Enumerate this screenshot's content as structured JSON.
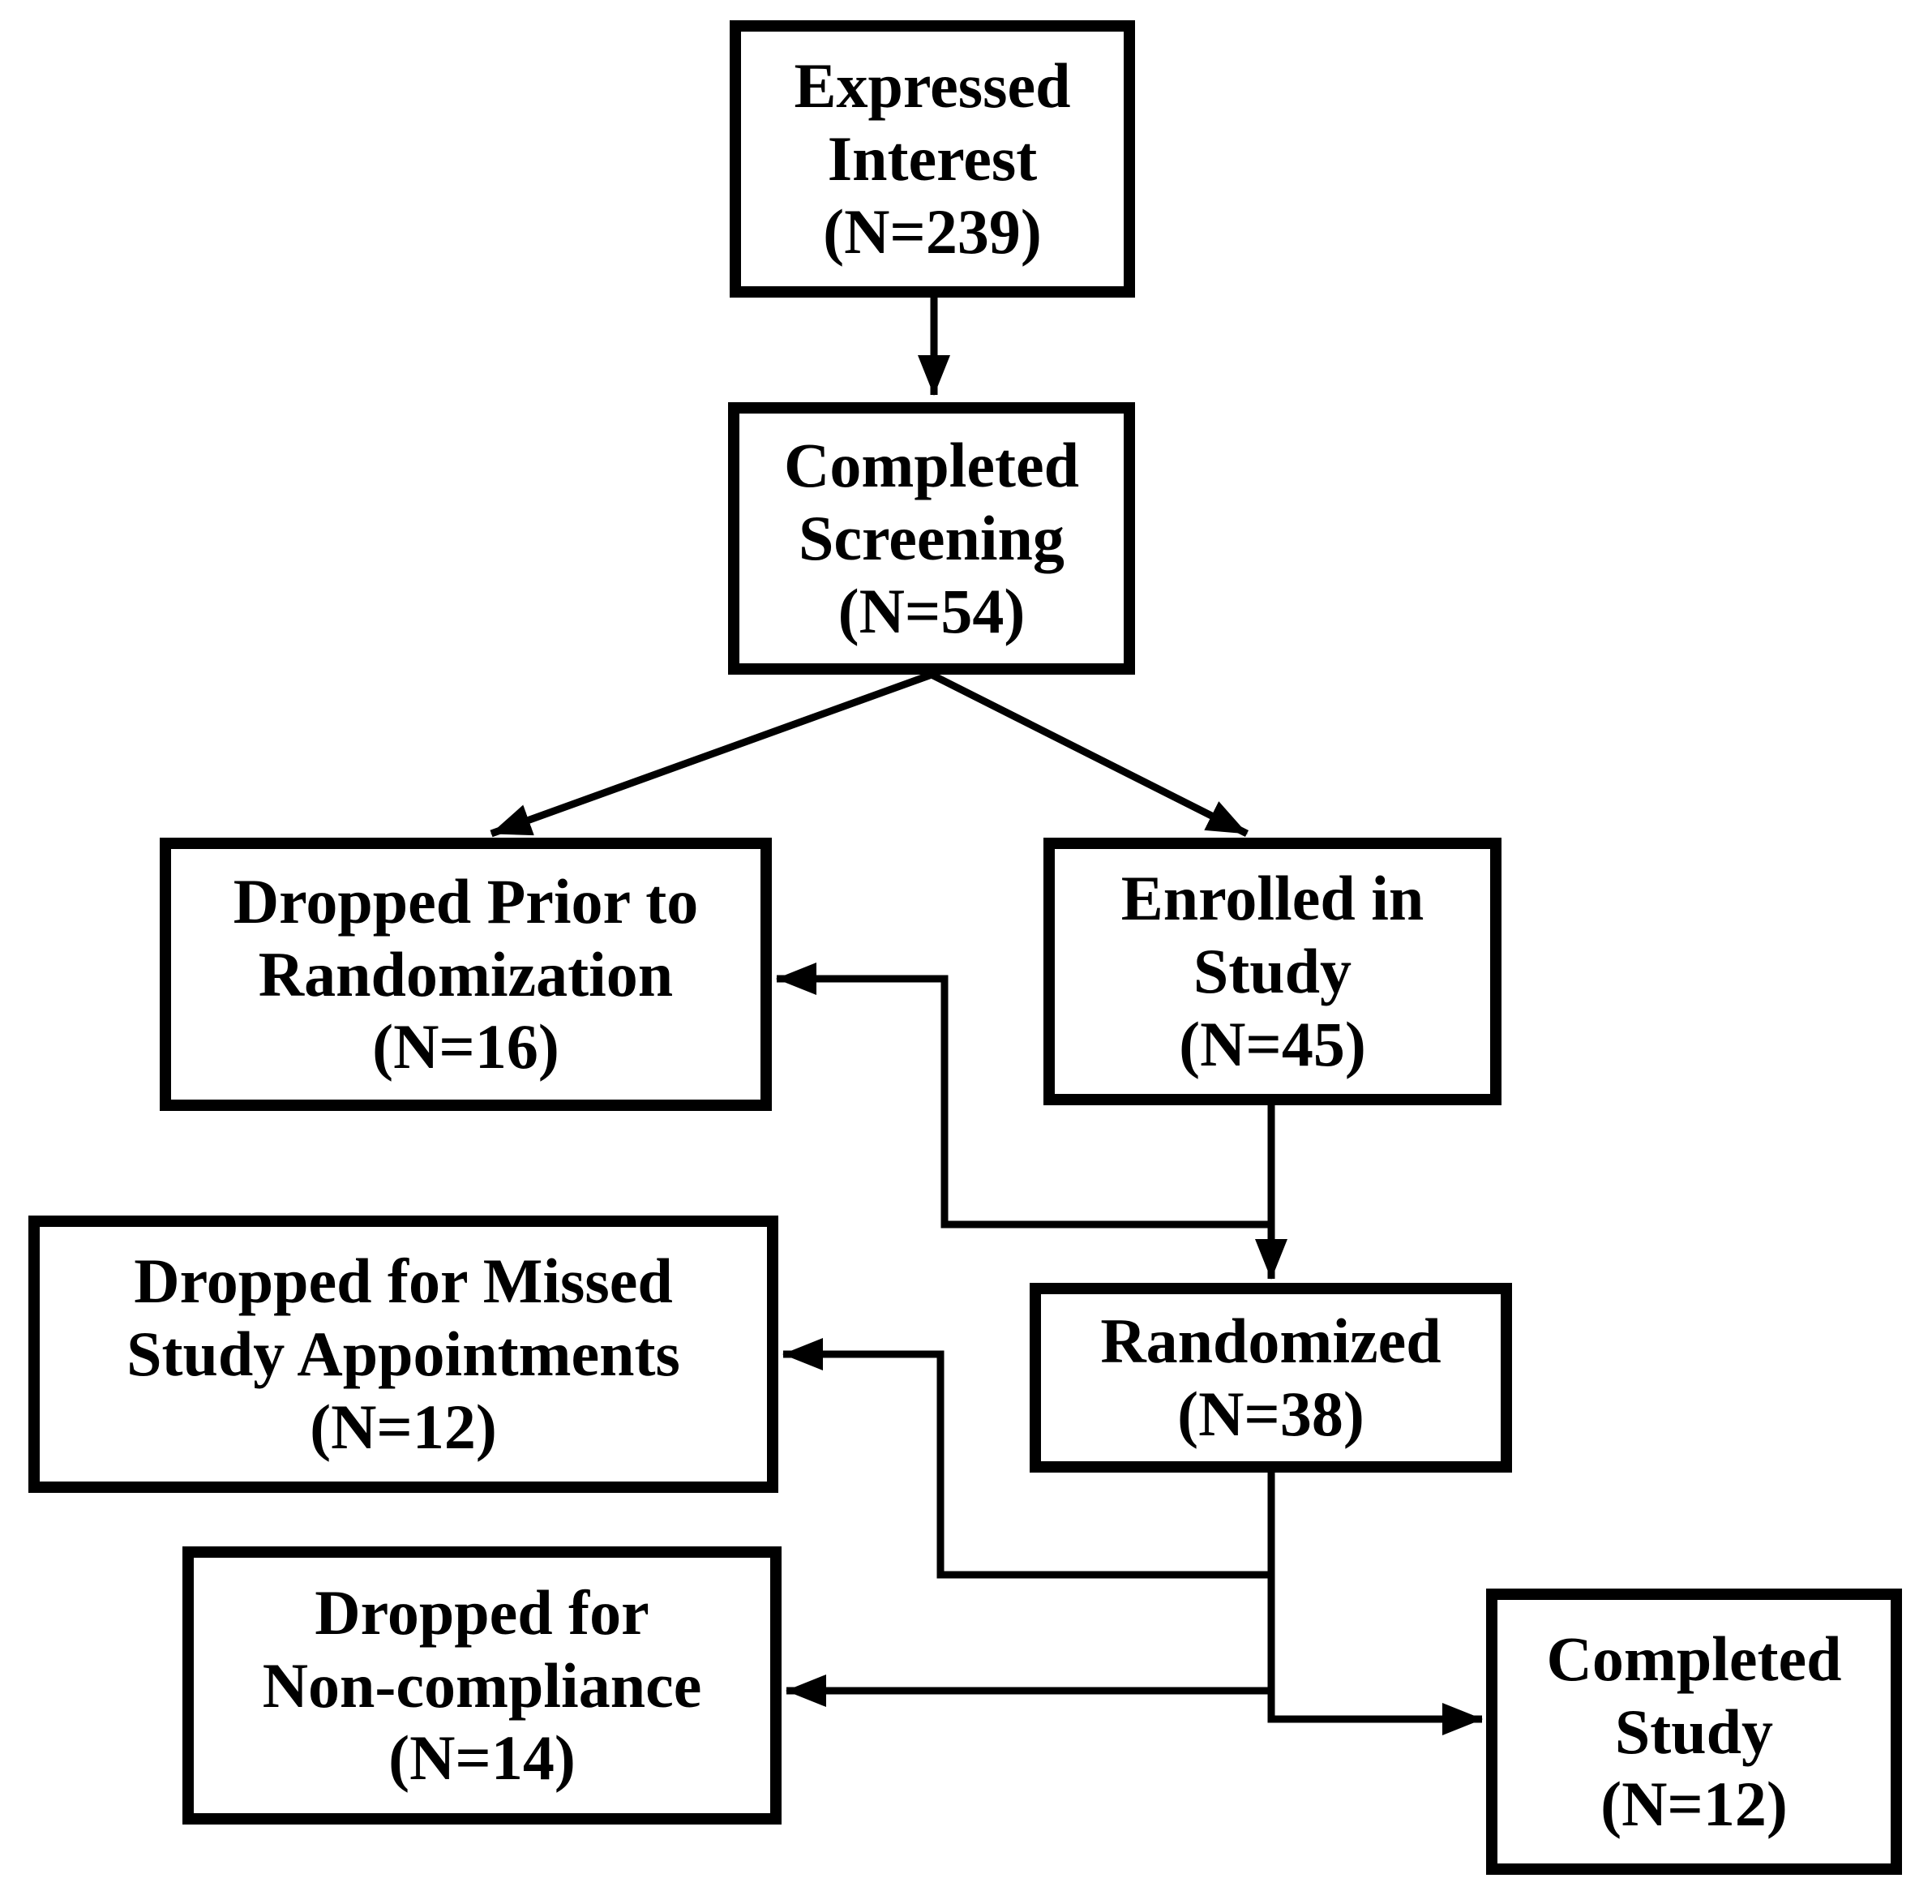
{
  "figure": {
    "type": "participant-flow-diagram",
    "background_color": "#ffffff",
    "line_color": "#000000",
    "box_fill_color": "#ffffff",
    "text_color": "#000000",
    "nodes": {
      "expressed_interest": {
        "label": "Expressed\nInterest\n(N=239)",
        "n": 239
      },
      "completed_screening": {
        "label": "Completed\nScreening\n(N=54)",
        "n": 54
      },
      "dropped_prior_randomization": {
        "label": "Dropped Prior to\nRandomization\n(N=16)",
        "n": 16
      },
      "enrolled_in_study": {
        "label": "Enrolled in\nStudy\n(N=45)",
        "n": 45
      },
      "dropped_missed_appointments": {
        "label": "Dropped for Missed\nStudy Appointments\n(N=12)",
        "n": 12
      },
      "randomized": {
        "label": "Randomized\n(N=38)",
        "n": 38
      },
      "dropped_noncompliance": {
        "label": "Dropped for\nNon-compliance\n(N=14)",
        "n": 14
      },
      "completed_study": {
        "label": "Completed\nStudy\n(N=12)",
        "n": 12
      }
    },
    "edges": [
      {
        "from": "expressed_interest",
        "to": "completed_screening",
        "shape": "straight-down-arrow"
      },
      {
        "from": "completed_screening",
        "to": "dropped_prior_randomization",
        "shape": "diagonal-left-arrow"
      },
      {
        "from": "completed_screening",
        "to": "enrolled_in_study",
        "shape": "diagonal-right-arrow"
      },
      {
        "from": "enrolled_in_study",
        "to": "randomized",
        "shape": "straight-down-arrow"
      },
      {
        "from": "enrolled_in_study",
        "to": "dropped_prior_randomization",
        "shape": "elbow-left-arrow"
      },
      {
        "from": "randomized",
        "to": "dropped_missed_appointments",
        "shape": "elbow-left-arrow"
      },
      {
        "from": "randomized",
        "to": "dropped_noncompliance",
        "shape": "straight-left-arrow"
      },
      {
        "from": "randomized",
        "to": "completed_study",
        "shape": "elbow-right-arrow"
      }
    ]
  }
}
